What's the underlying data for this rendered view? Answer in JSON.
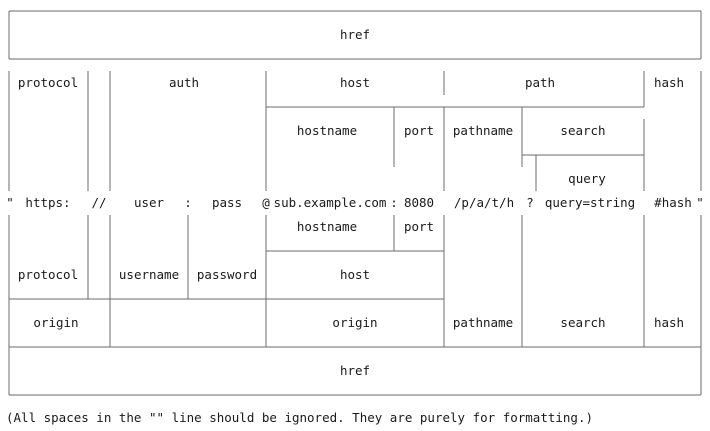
{
  "diagram": {
    "top": {
      "href": "href",
      "protocol": "protocol",
      "auth": "auth",
      "host": "host",
      "path": "path",
      "hash": "hash",
      "hostname": "hostname",
      "port": "port",
      "pathname": "pathname",
      "search": "search",
      "query": "query"
    },
    "url_line": {
      "open_quote": "\"",
      "protocol": "https:",
      "slashes": "//",
      "user": "user",
      "colon": ":",
      "pass": "pass",
      "at": "@",
      "hostname": "sub.example.com",
      "port_colon": ":",
      "port": "8080",
      "pathname": "/p/a/t/h",
      "question": "?",
      "query": "query=string",
      "hash": "#hash",
      "close_quote": "\""
    },
    "bottom": {
      "hostname": "hostname",
      "port": "port",
      "protocol": "protocol",
      "username": "username",
      "password": "password",
      "host": "host",
      "origin_left": "origin",
      "origin_host": "origin",
      "pathname": "pathname",
      "search": "search",
      "hash": "hash",
      "href": "href"
    }
  },
  "footnote": "(All spaces in the \"\" line should be ignored. They are purely for formatting.)"
}
